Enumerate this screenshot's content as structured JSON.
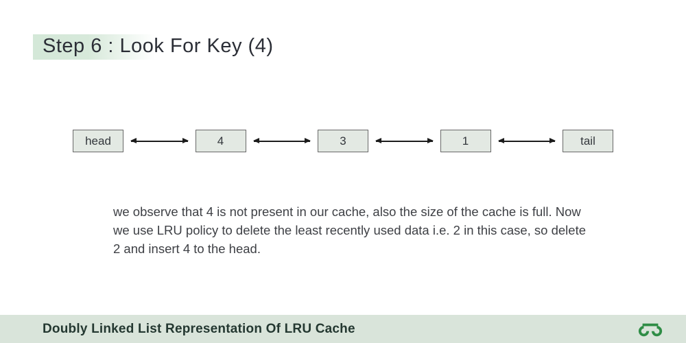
{
  "title": {
    "text": "Step 6 : Look For Key (4)"
  },
  "diagram": {
    "type": "doubly-linked-list",
    "nodes": [
      {
        "label": "head"
      },
      {
        "label": "4"
      },
      {
        "label": "3"
      },
      {
        "label": "1"
      },
      {
        "label": "tail"
      }
    ],
    "connector": "double-headed-arrow"
  },
  "body": {
    "paragraph": "we observe that 4 is not present in our cache, also the size of the cache is full. Now we use LRU policy to delete the least recently used data i.e. 2 in this case, so delete 2 and insert 4 to the head."
  },
  "footer": {
    "caption": "Doubly Linked List Representation Of LRU Cache",
    "logo": "geeksforgeeks-logo"
  },
  "colors": {
    "title_highlight": "#d5e8d8",
    "node_fill": "#e3e9e3",
    "node_border": "#686868",
    "arrow": "#1c1c1c",
    "footer_bg": "#d9e4da",
    "footer_text": "#243831",
    "logo_green": "#2f8d46",
    "title_text": "#2b2e36",
    "body_text": "#3e4045"
  }
}
